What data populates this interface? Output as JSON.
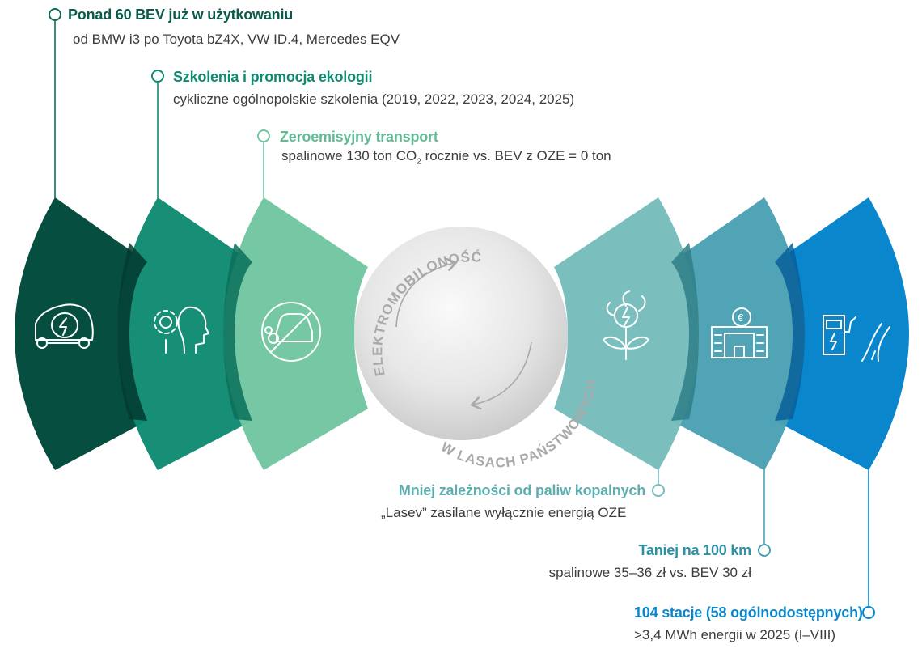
{
  "colors": {
    "dark_green": "#064e3f",
    "teal_green": "#0e8b72",
    "light_green": "#72c6a1",
    "light_teal": "#76bcbc",
    "mid_teal": "#4ba1b3",
    "blue": "#0a86cd"
  },
  "center": {
    "arc_top": "ELEKTROMOBILONOŚĆ",
    "arc_bottom": "W LASACH PAŃSTWOWYCH"
  },
  "callouts_top": [
    {
      "title": "Ponad 60 BEV już w użytkowaniu",
      "subtitle": "od BMW i3 po Toyota bZ4X, VW ID.4, Mercedes EQV"
    },
    {
      "title": "Szkolenia i promocja ekologii",
      "subtitle": "cykliczne ogólnopolskie szkolenia (2019, 2022, 2023, 2024, 2025)"
    },
    {
      "title": "Zeroemisyjny transport",
      "subtitle_before": "spalinowe 130 ton CO",
      "subtitle_sub": "2",
      "subtitle_after": " rocznie vs. BEV z OZE = 0 ton"
    }
  ],
  "callouts_bottom": [
    {
      "title": "Mniej zależności od paliw kopalnych",
      "subtitle": "„Lasev” zasilane wyłącznie energią OZE"
    },
    {
      "title": "Taniej na 100 km",
      "subtitle": "spalinowe 35–36 zł vs. BEV 30 zł"
    },
    {
      "title": "104 stacje (58 ogólnodostępnych)",
      "subtitle": ">3,4 MWh energii w 2025 (I–VIII)"
    }
  ],
  "icons": [
    "electric-car-icon",
    "gear-head-icon",
    "no-combustion-car-icon",
    "eco-energy-flower-icon",
    "euro-building-icon",
    "charging-station-road-icon"
  ]
}
